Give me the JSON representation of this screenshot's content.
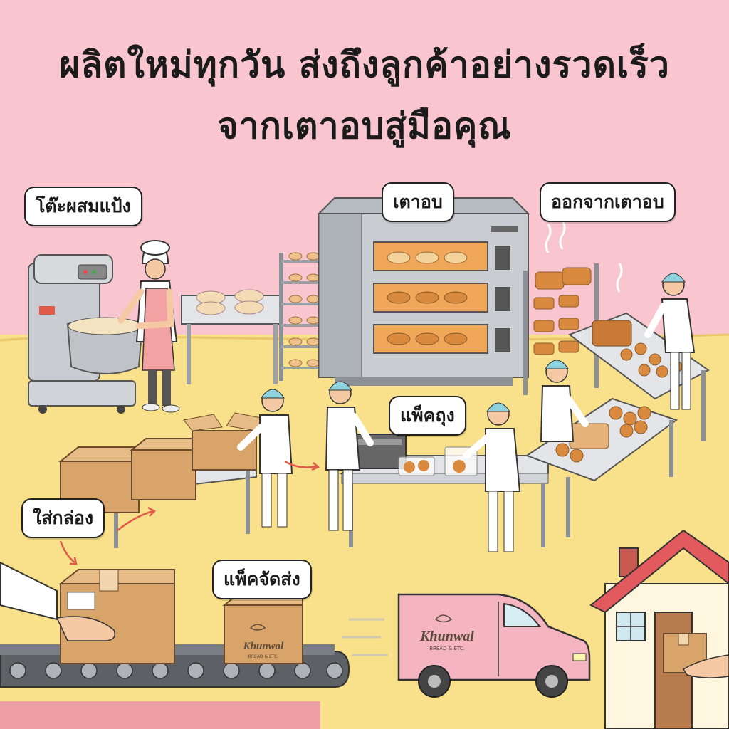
{
  "headline": {
    "line1": "ผลิตใหม่ทุกวัน ส่งถึงลูกค้าอย่างรวดเร็ว",
    "line2": "จากเตาอบสู่มือคุณ"
  },
  "stations": {
    "mixing": "โต๊ะผสมแป้ง",
    "oven": "เตาอบ",
    "out_of_oven": "ออกจากเตาอบ",
    "bagging": "แพ็คถุง",
    "boxing": "ใส่กล่อง",
    "shipping": "แพ็คจัดส่ง"
  },
  "brand": {
    "name": "Khunwal",
    "tagline": "BREAD & ETC."
  },
  "colors": {
    "background_top": "#f9c6cf",
    "floor": "#f9e08a",
    "van": "#f4b5c1",
    "roof": "#e2595e"
  }
}
